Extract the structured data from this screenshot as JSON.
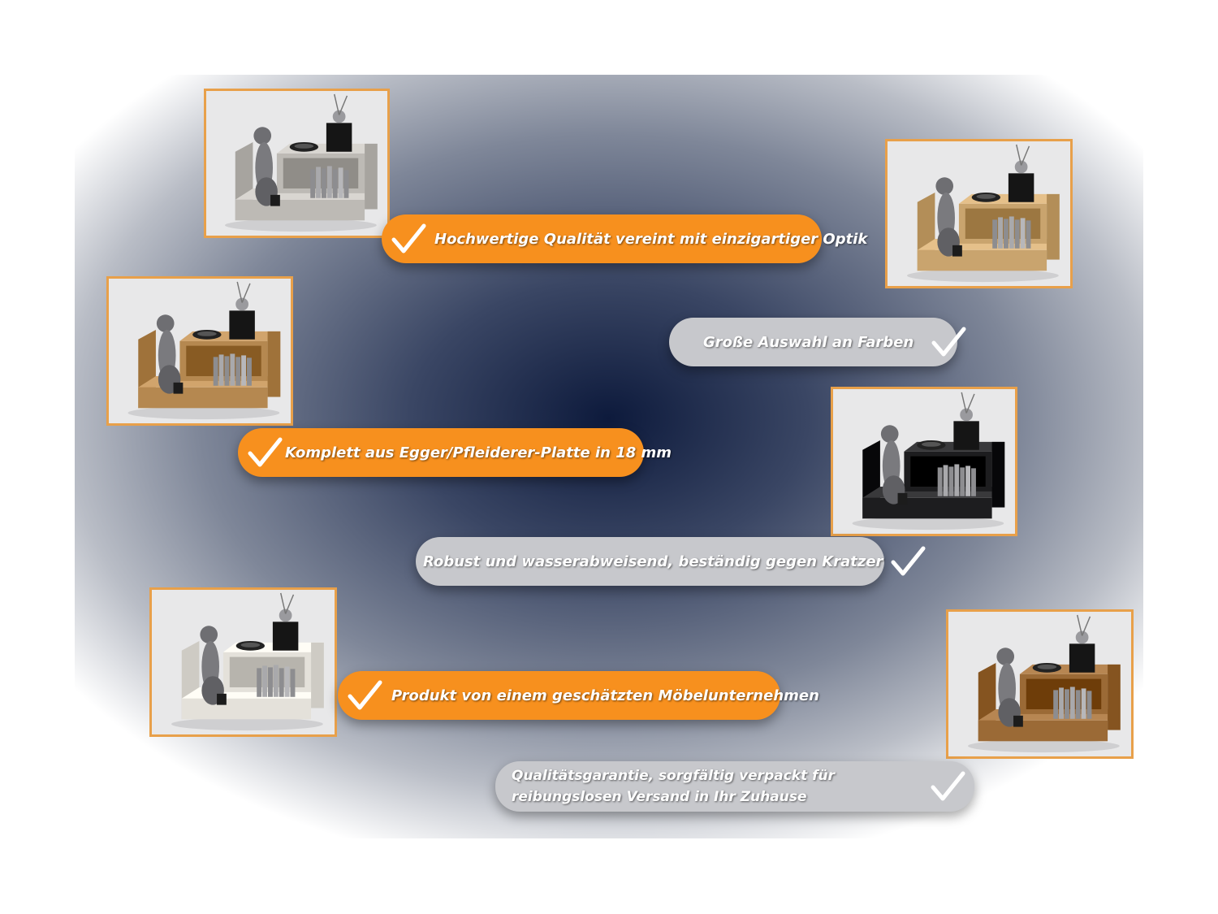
{
  "features": [
    {
      "id": "quality",
      "text": "Hochwertige Qualität vereint mit einzigartiger Optik",
      "style": "orange"
    },
    {
      "id": "colors",
      "text": "Große Auswahl an Farben",
      "style": "grey"
    },
    {
      "id": "material",
      "text": "Komplett aus Egger/Pfleiderer-Platte in 18 mm",
      "style": "orange"
    },
    {
      "id": "robust",
      "text": "Robust und wasserabweisend, beständig gegen Kratzer",
      "style": "grey"
    },
    {
      "id": "company",
      "text": "Produkt von einem geschätzten Möbelunternehmen",
      "style": "orange"
    },
    {
      "id": "guarantee",
      "text": "Qualitätsgarantie, sorgfältig verpackt für reibungslosen Versand  in Ihr Zuhause",
      "style": "grey"
    }
  ],
  "photos": [
    {
      "id": "concrete",
      "finish": "concrete-grey",
      "color": "#bdbab5"
    },
    {
      "id": "oak-light",
      "finish": "light-oak",
      "color": "#c9a46e"
    },
    {
      "id": "oak-rustic",
      "finish": "rustic-oak",
      "color": "#b58850"
    },
    {
      "id": "black",
      "finish": "black",
      "color": "#1d1d1f"
    },
    {
      "id": "white-ash",
      "finish": "white-ash",
      "color": "#e4e1da"
    },
    {
      "id": "walnut",
      "finish": "walnut",
      "color": "#9b6a36"
    }
  ],
  "colors": {
    "accent_orange": "#f7901e",
    "pill_grey": "#c7c8cc",
    "frame": "#e8a04a"
  },
  "icons": {
    "check": "checkmark-icon"
  }
}
